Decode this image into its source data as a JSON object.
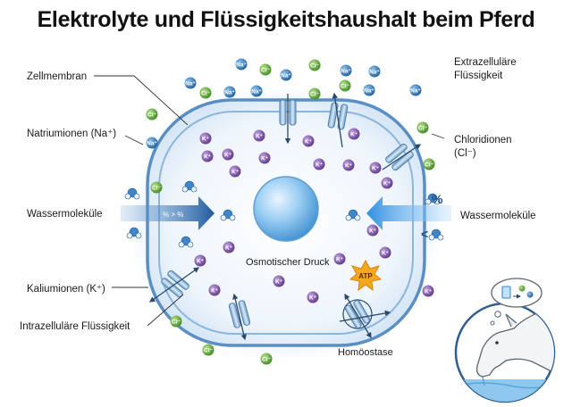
{
  "title": "Elektrolyte und Flüssigkeitshaushalt beim Pferd",
  "labels": {
    "zellmembran": "Zellmembran",
    "natriumionen": "Natriumionen (Na⁺)",
    "wasser_left": "Wassermoleküle",
    "kaliumionen": "Kaliumionen (K⁺)",
    "intrazellulaer": "Intrazelluläre Flüssigkeit",
    "extrazellulaer_line1": "Extrazelluläre",
    "extrazellulaer_line2": "Flüssigkeit",
    "chloridionen_line1": "Chloridionen",
    "chloridionen_line2": "(Cl⁻)",
    "wasser_right": "Wassermoleküle",
    "osmotischer_druck": "Osmotischer Druck",
    "homoeostase": "Homöostase",
    "atp": "ATP"
  },
  "ions": {
    "na": "Na⁺",
    "k": "K⁺",
    "cl": "Cl⁻"
  },
  "arrow_marks": {
    "left": "% > %",
    "right_top": "%",
    "right_bottom": "<"
  },
  "colors": {
    "membrane": "#5b8fc4",
    "sodium": "#2f6fb0",
    "potassium": "#7a4fa3",
    "chloride": "#5aa83a",
    "arrow_left": "#2c5f9e",
    "arrow_right": "#3d9be0",
    "atp": "#f4a81d"
  },
  "icons": [
    "horse-drinking-icon",
    "thought-bubble-icon",
    "atp-burst-icon",
    "water-molecule-icon",
    "ion-channel-icon"
  ]
}
